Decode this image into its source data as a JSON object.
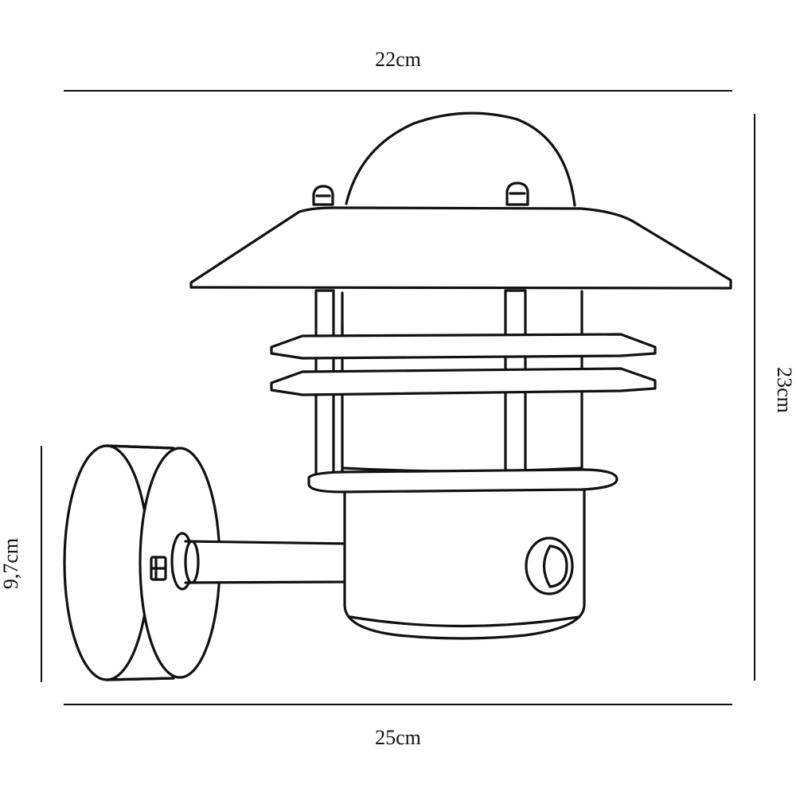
{
  "dimensions": {
    "top_width": "22cm",
    "bottom_width": "25cm",
    "total_height": "23cm",
    "mount_height": "9,7cm"
  },
  "colors": {
    "line": "#111111",
    "background": "#ffffff"
  }
}
